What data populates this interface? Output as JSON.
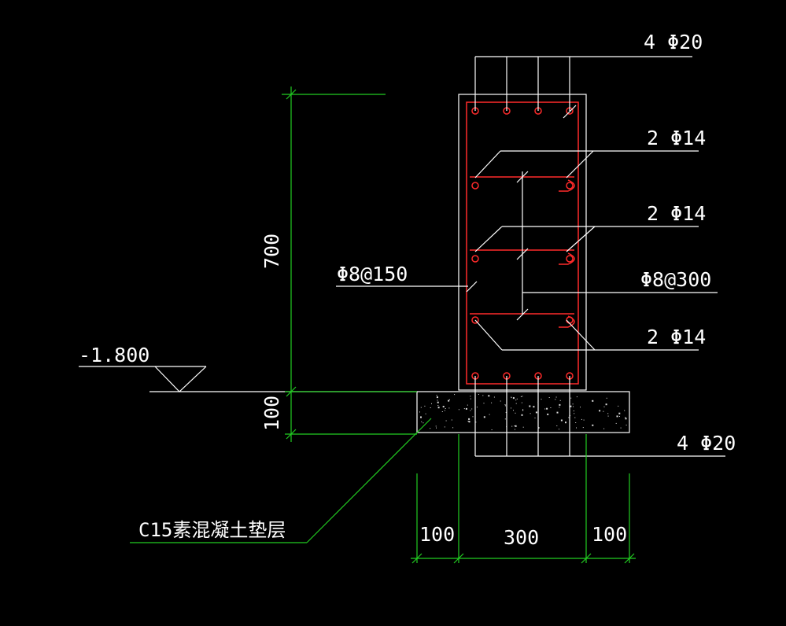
{
  "labels": {
    "top_bars": "4 Φ20",
    "side_bars_1": "2 Φ14",
    "side_bars_2": "2 Φ14",
    "side_bars_3": "2 Φ14",
    "stirrup": "Φ8@150",
    "tie": "Φ8@300",
    "bottom_bars": "4 Φ20",
    "elevation": "-1.800",
    "cushion": "C15素混凝土垫层"
  },
  "dimensions": {
    "beam_height": "700",
    "cushion_thickness": "100",
    "left_offset": "100",
    "beam_width": "300",
    "right_offset": "100"
  },
  "colors": {
    "background": "#000000",
    "dimension_line": "#22cc22",
    "rebar": "#ff2a2a",
    "outline": "#ffffff"
  }
}
